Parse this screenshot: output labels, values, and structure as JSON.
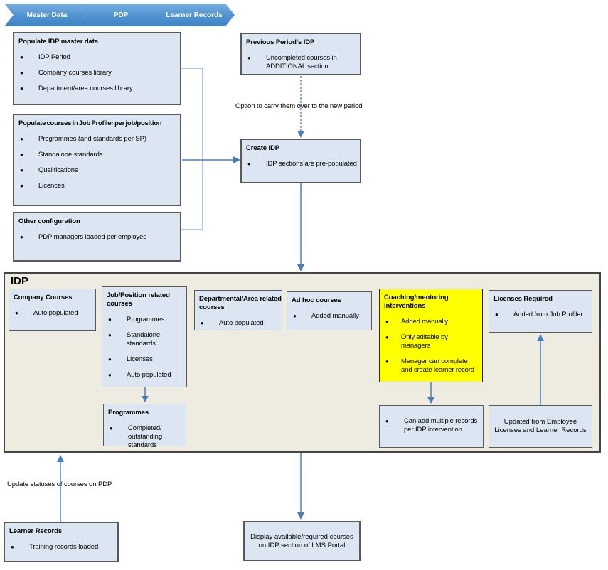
{
  "colors": {
    "chevron_blue_top": "#7aade0",
    "chevron_blue_bottom": "#3e83c3",
    "box_fill": "#dce6f2",
    "box_border": "#595959",
    "idp_container_fill": "#eeece1",
    "highlight_yellow": "#ffff00",
    "arrow_blue": "#4a7ebb",
    "connector_light_blue": "#95b3d9"
  },
  "breadcrumb_chevrons": [
    {
      "label": "Master Data"
    },
    {
      "label": "PDP"
    },
    {
      "label": "Learner Records"
    }
  ],
  "labels": {
    "idp_container_title": "IDP",
    "carry_over_note": "Option to carry them over to the new period",
    "update_statuses_note": "Update statuses of courses on PDP"
  },
  "boxes": {
    "populate_master": {
      "title": "Populate IDP master data",
      "bullets": [
        "IDP Period",
        "Company courses library",
        "Department/area courses library"
      ]
    },
    "populate_job_profiler": {
      "title": "Populate courses in Job Profiler per job/position",
      "bullets": [
        "Programmes (and standards per SP)",
        "Standalone standards",
        "Qualifications",
        "Licences"
      ]
    },
    "other_configuration": {
      "title": "Other configuration",
      "bullets": [
        "PDP managers loaded per employee"
      ]
    },
    "previous_period": {
      "title": "Previous Period's IDP",
      "bullets": [
        "Uncompleted courses in\nADDITIONAL section"
      ]
    },
    "create_idp": {
      "title": "Create IDP",
      "bullets": [
        "IDP sections are pre-populated"
      ]
    },
    "company_courses": {
      "title": "Company Courses",
      "bullets": [
        "Auto populated"
      ]
    },
    "job_position_courses": {
      "title": "Job/Position related\ncourses",
      "bullets": [
        "Programmes",
        "Standalone\nstandards",
        "Licenses",
        "Auto populated"
      ]
    },
    "departmental_courses": {
      "title": "Departmental/Area related\ncourses",
      "bullets": [
        "Auto populated"
      ]
    },
    "ad_hoc_courses": {
      "title": "Ad hoc courses",
      "bullets": [
        "Added manually"
      ]
    },
    "coaching_interventions": {
      "title": "Coaching/mentoring\ninterventions",
      "bullets": [
        "Added manually",
        "Only editable by\nmanagers",
        "Manager can complete\nand create learner record"
      ]
    },
    "licenses_required": {
      "title": "Licenses Required",
      "bullets": [
        "Added from Job Profiler"
      ]
    },
    "programmes": {
      "title": "Programmes",
      "bullets": [
        "Completed/\noutstanding\nstandards"
      ]
    },
    "multiple_records": {
      "bullets": [
        "Can add multiple records\nper IDP intervention"
      ]
    },
    "updated_from": {
      "text": "Updated from Employee\nLicenses and Learner Records"
    },
    "learner_records": {
      "title": "Learner Records",
      "bullets": [
        "Training records loaded"
      ]
    },
    "display_courses": {
      "text": "Display available/required courses\non IDP section of LMS Portal"
    }
  }
}
